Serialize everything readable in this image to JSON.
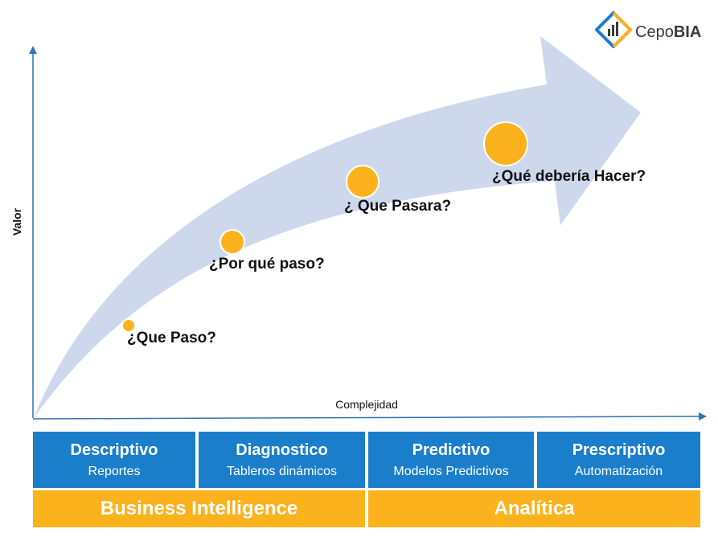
{
  "logo": {
    "name_part1": "Cepo",
    "name_part2": "BIA",
    "icon": "bar-chart-diamond-icon"
  },
  "axes": {
    "y_label": "Valor",
    "x_label": "Complejidad"
  },
  "stages": [
    {
      "label": "¿Que Paso?"
    },
    {
      "label": "¿Por qué paso?"
    },
    {
      "label": "¿ Que Pasara?"
    },
    {
      "label": "¿Qué debería Hacer?"
    }
  ],
  "analytics_types": [
    {
      "title": "Descriptivo",
      "subtitle": "Reportes"
    },
    {
      "title": "Diagnostico",
      "subtitle": "Tableros dinámicos"
    },
    {
      "title": "Predictivo",
      "subtitle": "Modelos Predictivos"
    },
    {
      "title": "Prescriptivo",
      "subtitle": "Automatización"
    }
  ],
  "groups": [
    {
      "label": "Business Intelligence"
    },
    {
      "label": "Analítica"
    }
  ],
  "colors": {
    "arrow_fill": "#cdd8ec",
    "axis": "#2e75b6",
    "type_box": "#1b7ecb",
    "group_box": "#fbb21d",
    "bubble": "#fbb21d",
    "bubble_stroke": "#ffffff",
    "logo_blue": "#1b7ecb",
    "logo_orange": "#fbb21d"
  }
}
